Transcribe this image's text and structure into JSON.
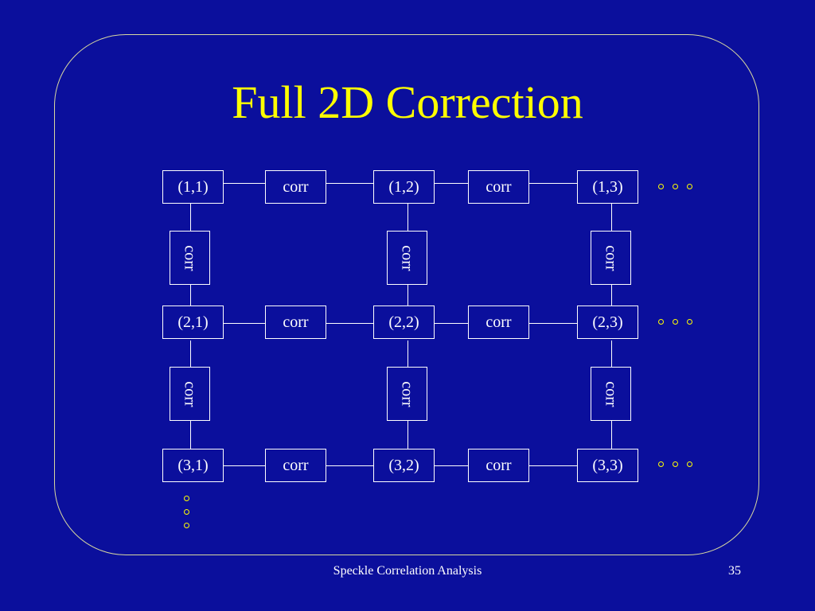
{
  "slide": {
    "title": "Full 2D Correction",
    "footer": "Speckle Correlation Analysis",
    "page_number": "35"
  },
  "grid": {
    "cells": [
      [
        "(1,1)",
        "(1,2)",
        "(1,3)"
      ],
      [
        "(2,1)",
        "(2,2)",
        "(2,3)"
      ],
      [
        "(3,1)",
        "(3,2)",
        "(3,3)"
      ]
    ],
    "corr_label": "corr"
  },
  "colors": {
    "background": "#0b0f9c",
    "title": "#ffff00",
    "box_border": "#ffffff",
    "ellipsis_dots": "#ffff00"
  }
}
